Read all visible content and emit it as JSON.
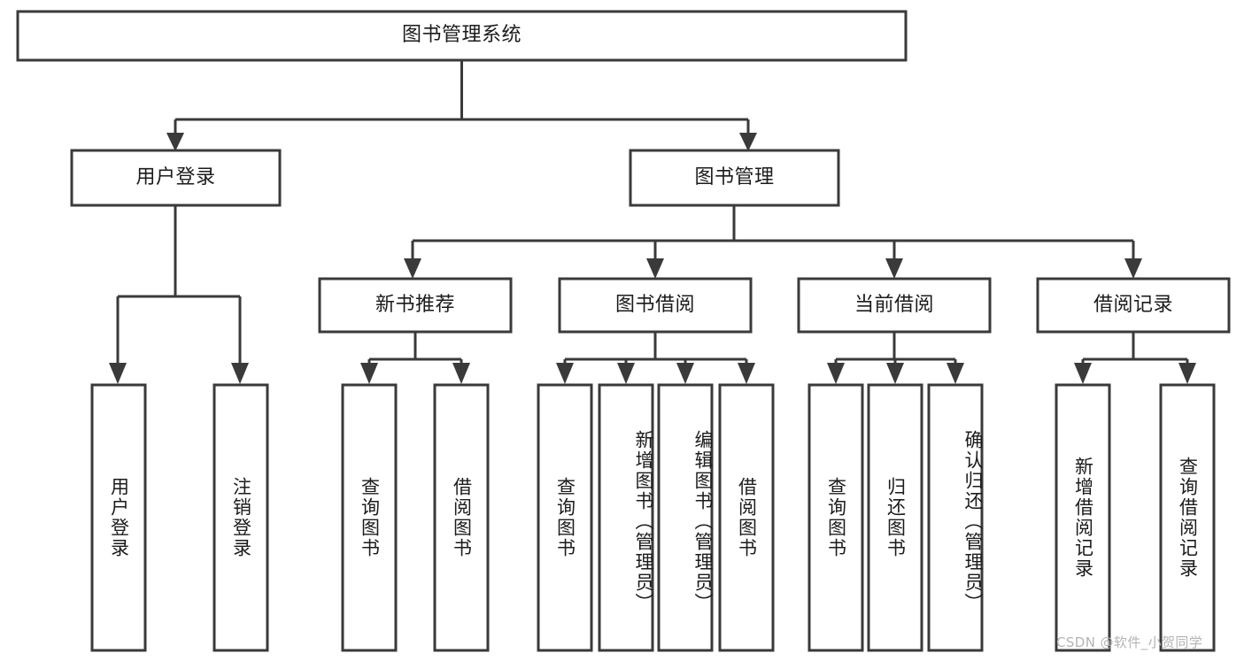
{
  "diagram": {
    "title": "图书管理系统",
    "type": "tree-hierarchy",
    "watermark": "CSDN @软件_小贺同学",
    "colors": {
      "stroke": "#3a3a3a",
      "fill": "#ffffff",
      "text": "#1b1b1b",
      "watermark": "#b4b4b4",
      "background": "#ffffff"
    },
    "nodes": {
      "root": {
        "label": "图书管理系统",
        "orientation": "horizontal",
        "level": 0
      },
      "user_login": {
        "label": "用户登录",
        "orientation": "horizontal",
        "level": 1
      },
      "book_manage": {
        "label": "图书管理",
        "orientation": "horizontal",
        "level": 1
      },
      "new_book_rec": {
        "label": "新书推荐",
        "orientation": "horizontal",
        "level": 2
      },
      "book_borrow": {
        "label": "图书借阅",
        "orientation": "horizontal",
        "level": 2
      },
      "current_borrow": {
        "label": "当前借阅",
        "orientation": "horizontal",
        "level": 2
      },
      "borrow_record": {
        "label": "借阅记录",
        "orientation": "horizontal",
        "level": 2
      },
      "leaf_user_login": {
        "label": "用户登录",
        "orientation": "vertical",
        "level": 3
      },
      "leaf_logout": {
        "label": "注销登录",
        "orientation": "vertical",
        "level": 3
      },
      "leaf_query_book_1": {
        "label": "查询图书",
        "orientation": "vertical",
        "level": 3
      },
      "leaf_borrow_book_1": {
        "label": "借阅图书",
        "orientation": "vertical",
        "level": 3
      },
      "leaf_query_book_2": {
        "label": "查询图书",
        "orientation": "vertical",
        "level": 3
      },
      "leaf_add_book": {
        "label": "新增图书（管理员）",
        "orientation": "vertical",
        "level": 3
      },
      "leaf_edit_book": {
        "label": "编辑图书（管理员）",
        "orientation": "vertical",
        "level": 3
      },
      "leaf_borrow_book_2": {
        "label": "借阅图书",
        "orientation": "vertical",
        "level": 3
      },
      "leaf_query_book_3": {
        "label": "查询图书",
        "orientation": "vertical",
        "level": 3
      },
      "leaf_return_book": {
        "label": "归还图书",
        "orientation": "vertical",
        "level": 3
      },
      "leaf_confirm_return": {
        "label": "确认归还（管理员）",
        "orientation": "vertical",
        "level": 3
      },
      "leaf_add_record": {
        "label": "新增借阅记录",
        "orientation": "vertical",
        "level": 3
      },
      "leaf_query_record": {
        "label": "查询借阅记录",
        "orientation": "vertical",
        "level": 3
      }
    },
    "hierarchy": [
      {
        "parent": "root",
        "children": [
          "user_login",
          "book_manage"
        ]
      },
      {
        "parent": "user_login",
        "children": [
          "leaf_user_login",
          "leaf_logout"
        ]
      },
      {
        "parent": "book_manage",
        "children": [
          "new_book_rec",
          "book_borrow",
          "current_borrow",
          "borrow_record"
        ]
      },
      {
        "parent": "new_book_rec",
        "children": [
          "leaf_query_book_1",
          "leaf_borrow_book_1"
        ]
      },
      {
        "parent": "book_borrow",
        "children": [
          "leaf_query_book_2",
          "leaf_add_book",
          "leaf_edit_book",
          "leaf_borrow_book_2"
        ]
      },
      {
        "parent": "current_borrow",
        "children": [
          "leaf_query_book_3",
          "leaf_return_book",
          "leaf_confirm_return"
        ]
      },
      {
        "parent": "borrow_record",
        "children": [
          "leaf_add_record",
          "leaf_query_record"
        ]
      }
    ]
  }
}
